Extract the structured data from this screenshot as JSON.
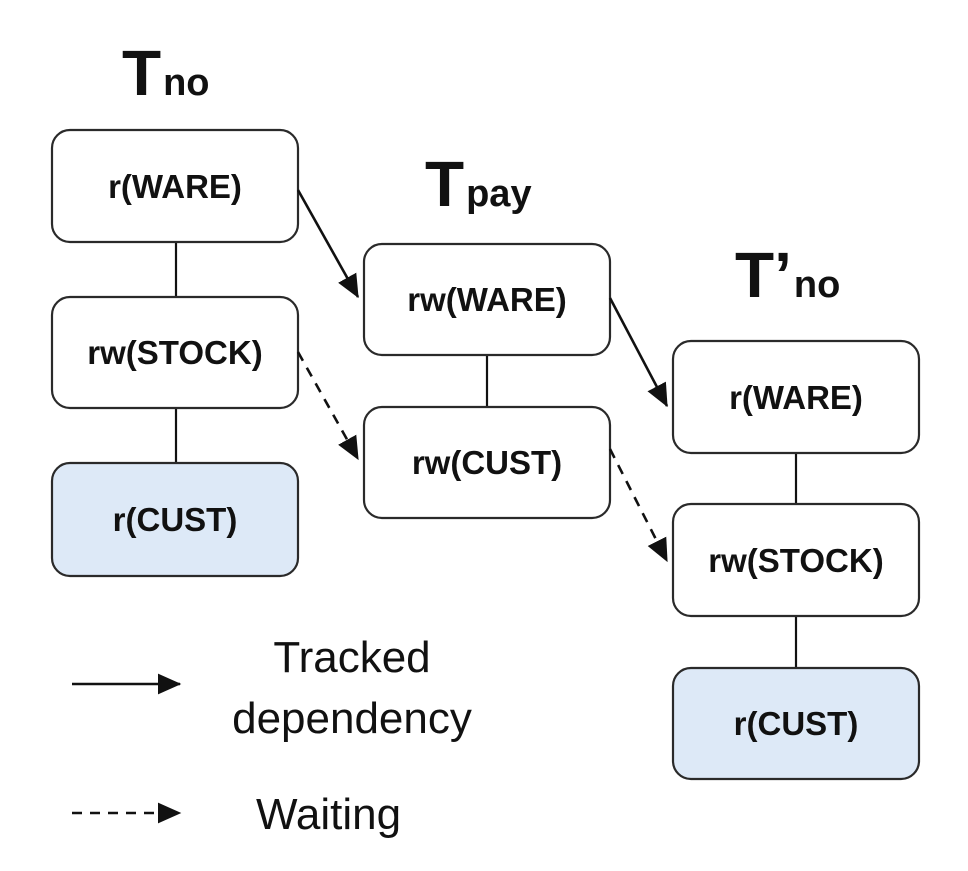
{
  "diagram": {
    "transactions": [
      {
        "id": "tno",
        "title": {
          "main": "T",
          "sub": "no"
        },
        "ops": [
          {
            "id": "tno-ware",
            "label": "r(WARE)",
            "highlight": false
          },
          {
            "id": "tno-stock",
            "label": "rw(STOCK)",
            "highlight": false
          },
          {
            "id": "tno-cust",
            "label": "r(CUST)",
            "highlight": true
          }
        ]
      },
      {
        "id": "tpay",
        "title": {
          "main": "T",
          "sub": "pay"
        },
        "ops": [
          {
            "id": "tpay-ware",
            "label": "rw(WARE)",
            "highlight": false
          },
          {
            "id": "tpay-cust",
            "label": "rw(CUST)",
            "highlight": false
          }
        ]
      },
      {
        "id": "tno2",
        "title": {
          "main": "T’",
          "sub": "no"
        },
        "ops": [
          {
            "id": "tno2-ware",
            "label": "r(WARE)",
            "highlight": false
          },
          {
            "id": "tno2-stock",
            "label": "rw(STOCK)",
            "highlight": false
          },
          {
            "id": "tno2-cust",
            "label": "r(CUST)",
            "highlight": true
          }
        ]
      }
    ],
    "edges": [
      {
        "from": "tno-ware",
        "to": "tpay-ware",
        "kind": "tracked"
      },
      {
        "from": "tpay-ware",
        "to": "tno2-ware",
        "kind": "tracked"
      },
      {
        "from": "tno-stock",
        "to": "tpay-cust",
        "kind": "waiting"
      },
      {
        "from": "tpay-cust",
        "to": "tno2-stock",
        "kind": "waiting"
      }
    ],
    "legend": {
      "tracked": {
        "line1": "Tracked",
        "line2": "dependency"
      },
      "waiting": {
        "label": "Waiting"
      }
    },
    "colors": {
      "highlight_fill": "#dde9f7",
      "box_fill": "#ffffff",
      "stroke": "#2a2a2a"
    }
  }
}
